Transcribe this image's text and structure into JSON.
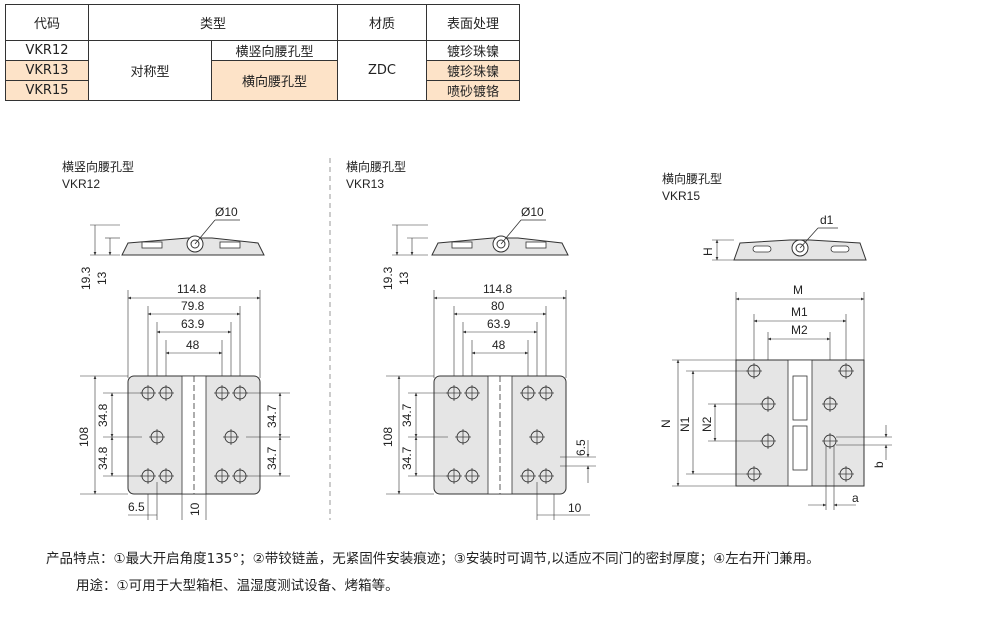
{
  "table": {
    "headers": [
      "代码",
      "类型",
      "材质",
      "表面处理"
    ],
    "rows": [
      {
        "code": "VKR12",
        "subtype": "横竖向腰孔型",
        "finish": "镀珍珠镍"
      },
      {
        "code": "VKR13",
        "subtype": "横向腰孔型",
        "finish": "镀珍珠镍"
      },
      {
        "code": "VKR15",
        "subtype": "横向腰孔型",
        "finish": "喷砂镀铬"
      }
    ],
    "type_group": "对称型",
    "material": "ZDC"
  },
  "drawings": [
    {
      "title": "横竖向腰孔型",
      "code": "VKR12",
      "dims": {
        "diameter": "Ø10",
        "h_total": "19.3",
        "h_body": "13",
        "w1": "114.8",
        "w2": "79.8",
        "w3": "63.9",
        "w4": "48",
        "height": "108",
        "left_a": "34.8",
        "left_b": "34.8",
        "right_a": "34.7",
        "right_b": "34.7",
        "bottom_a": "6.5",
        "bottom_b": "10"
      }
    },
    {
      "title": "横向腰孔型",
      "code": "VKR13",
      "dims": {
        "diameter": "Ø10",
        "h_total": "19.3",
        "h_body": "13",
        "w1": "114.8",
        "w2": "80",
        "w3": "63.9",
        "w4": "48",
        "height": "108",
        "left_a": "34.7",
        "left_b": "34.7",
        "right_a": "6.5",
        "bottom_b": "10"
      }
    },
    {
      "title": "横向腰孔型",
      "code": "VKR15",
      "dims": {
        "diameter": "d1",
        "h": "H",
        "m": "M",
        "m1": "M1",
        "m2": "M2",
        "n": "N",
        "n1": "N1",
        "n2": "N2",
        "a": "a",
        "b": "b"
      }
    }
  ],
  "features": "产品特点：①最大开启角度135°；②带铰链盖，无紧固件安装痕迹；③安装时可调节,以适应不同门的密封厚度；④左右开门兼用。",
  "usage": "用途：①可用于大型箱柜、温湿度测试设备、烤箱等。",
  "colors": {
    "highlight": "#fde3c8",
    "part_fill": "#e5e5e5",
    "line": "#333333"
  }
}
